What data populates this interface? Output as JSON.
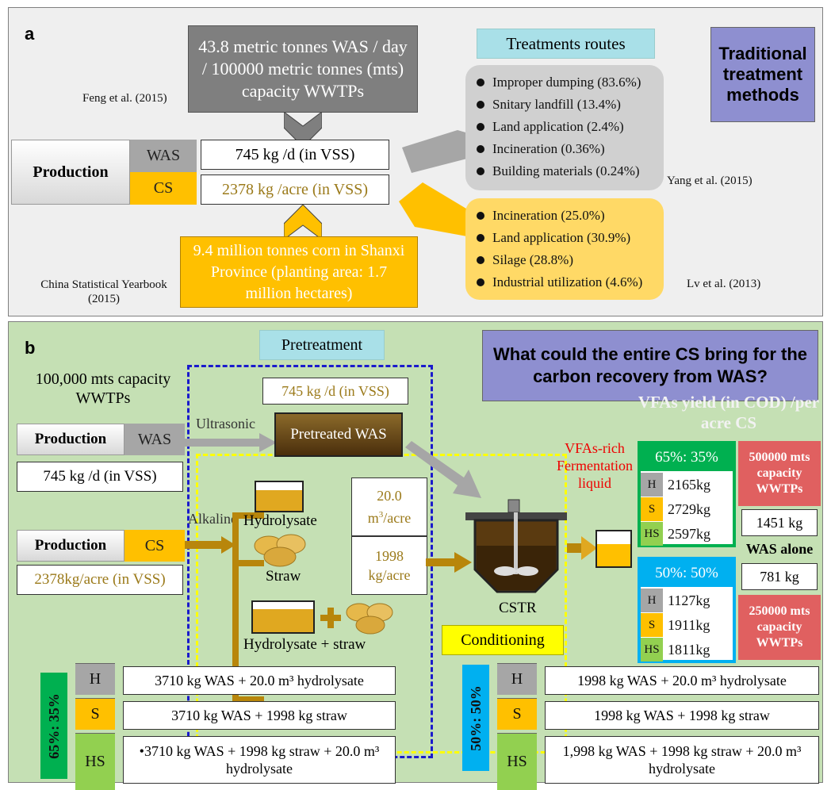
{
  "panel_a": {
    "letter": "a",
    "title": "Traditional treatment methods",
    "top_box": "43.8 metric tonnes WAS / day / 100000 metric tonnes (mts) capacity WWTPs",
    "top_ref": "Feng et al. (2015)",
    "production": "Production",
    "was": "WAS",
    "cs": "CS",
    "was_value": "745 kg /d (in VSS)",
    "cs_value": "2378 kg /acre (in VSS)",
    "bottom_box": "9.4 million tonnes corn in Shanxi Province (planting area: 1.7 million hectares)",
    "bottom_ref": "China Statistical Yearbook (2015)",
    "routes_title": "Treatments routes",
    "was_routes": [
      "Improper dumping (83.6%)",
      "Snitary landfill (13.4%)",
      "Land application (2.4%)",
      "Incineration (0.36%)",
      "Building materials (0.24%)"
    ],
    "was_ref": "Yang et al. (2015)",
    "cs_routes": [
      "Incineration (25.0%)",
      "Land application (30.9%)",
      "Silage (28.8%)",
      "Industrial utilization (4.6%)"
    ],
    "cs_ref": "Lv et al. (2013)"
  },
  "panel_b": {
    "letter": "b",
    "question": "What could the entire CS bring for the carbon recovery from WAS?",
    "pretreatment": "Pretreatment",
    "capacity_label": "100,000 mts capacity WWTPs",
    "production": "Production",
    "was": "WAS",
    "cs": "CS",
    "was_value": "745 kg /d (in VSS)",
    "cs_value": "2378kg/acre (in VSS)",
    "ultrasonic": "Ultrasonic",
    "alkaline": "Alkaline",
    "pre_value": "745 kg /d (in VSS)",
    "pretreated_was": "Pretreated WAS",
    "hydrolysate": "Hydrolysate",
    "straw": "Straw",
    "hydro_straw": "Hydrolysate + straw",
    "volume": "20.0",
    "volume_unit": "m",
    "volume_sup": "3",
    "volume_tail": "/acre",
    "mass": "1998 kg/acre",
    "cstr": "CSTR",
    "conditioning": "Conditioning",
    "vfa_liquid": "VFAs-rich Fermentation liquid",
    "vfa_yield": "VFAs yield (in COD) /per acre CS",
    "ratio_65": "65%: 35%",
    "ratio_50": "50%: 50%",
    "y65": [
      {
        "k": "H",
        "v": "2165kg",
        "color": "#a6a6a6"
      },
      {
        "k": "S",
        "v": "2729kg",
        "color": "#ffc000"
      },
      {
        "k": "HS",
        "v": "2597kg",
        "color": "#92d050"
      }
    ],
    "y50": [
      {
        "k": "H",
        "v": "1127kg",
        "color": "#a6a6a6"
      },
      {
        "k": "S",
        "v": "1911kg",
        "color": "#ffc000"
      },
      {
        "k": "HS",
        "v": "1811kg",
        "color": "#92d050"
      }
    ],
    "cap500": "500000 mts capacity WWTPs",
    "cap500_value": "1451 kg",
    "was_alone": "WAS alone",
    "cap250_value": "781 kg",
    "cap250": "250000 mts capacity WWTPs",
    "table65_label": "65%: 35%",
    "table65": {
      "H": "3710 kg WAS + 20.0 m³ hydrolysate",
      "S": "3710 kg WAS + 1998 kg straw",
      "HS": "•3710 kg WAS + 1998 kg straw + 20.0 m³ hydrolysate"
    },
    "table50_label": "50%: 50%",
    "table50": {
      "H": "1998 kg WAS + 20.0 m³ hydrolysate",
      "S": "1998 kg WAS + 1998 kg straw",
      "HS": "1,998 kg WAS + 1998 kg straw + 20.0 m³ hydrolysate"
    },
    "keys": {
      "H": "H",
      "S": "S",
      "HS": "HS"
    }
  },
  "colors": {
    "panel_a_bg": "#efefef",
    "panel_b_bg": "#c5e0b4",
    "was_gray": "#a6a6a6",
    "cs_gold": "#ffc000",
    "hs_green": "#92d050",
    "title_purple": "#8e8fd0",
    "teal": "#a9e0e8",
    "dark_box": "#7f7f7f",
    "yield_green": "#00b050",
    "yield_blue": "#00b0f0",
    "cap_red": "#e06060",
    "cs_text": "#9b7a1a",
    "pretreated": "#5a3a10",
    "dashed_blue": "#1a1acc",
    "dashed_yellow": "#ffff00"
  }
}
